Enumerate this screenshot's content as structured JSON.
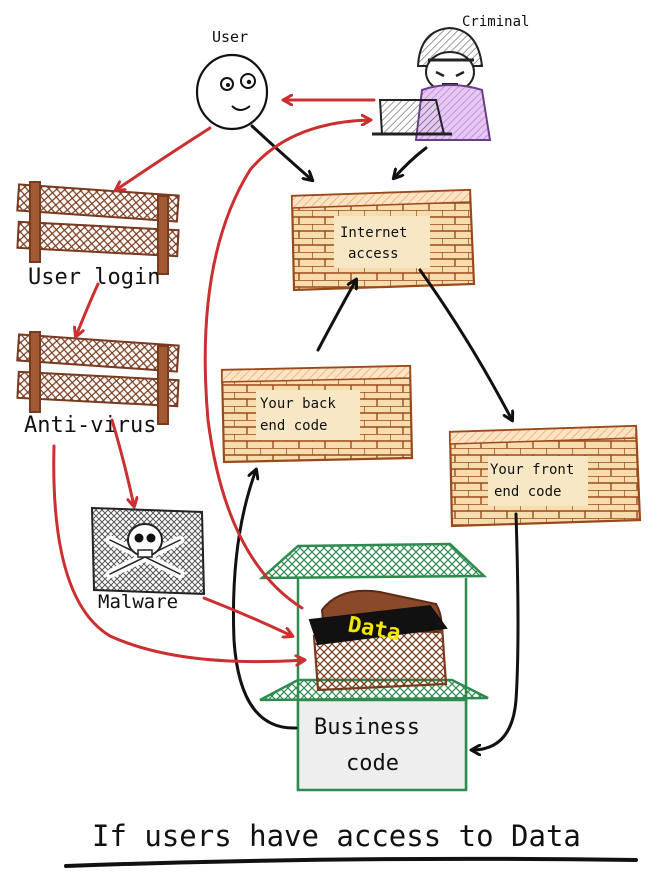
{
  "labels": {
    "user": "User",
    "criminal": "Criminal",
    "user_login": "User login",
    "anti_virus": "Anti-virus",
    "malware": "Malware",
    "internet_access_1": "Internet",
    "internet_access_2": "access",
    "back_end_1": "Your back",
    "back_end_2": "end code",
    "front_end_1": "Your front",
    "front_end_2": "end code",
    "data": "Data",
    "business_1": "Business",
    "business_2": "code",
    "caption": "If users have access to Data"
  },
  "colors": {
    "red_arrow": "#cc2f2f",
    "black_arrow": "#111111",
    "brick_fill": "#f2d8a6",
    "brick_line": "#9a4a1a",
    "fence": "#7a3a1e",
    "green_frame": "#2e8b4f",
    "criminal_clothes": "#b77ad6",
    "data_yellow": "#f5e500",
    "business_fill": "#eeeeee"
  },
  "icons": {
    "user_face": "smiley-face-icon",
    "criminal": "hooded-criminal-icon",
    "laptop": "laptop-icon",
    "malware_flag": "skull-crossbones-flag-icon",
    "data_chest": "treasure-chest-icon"
  }
}
